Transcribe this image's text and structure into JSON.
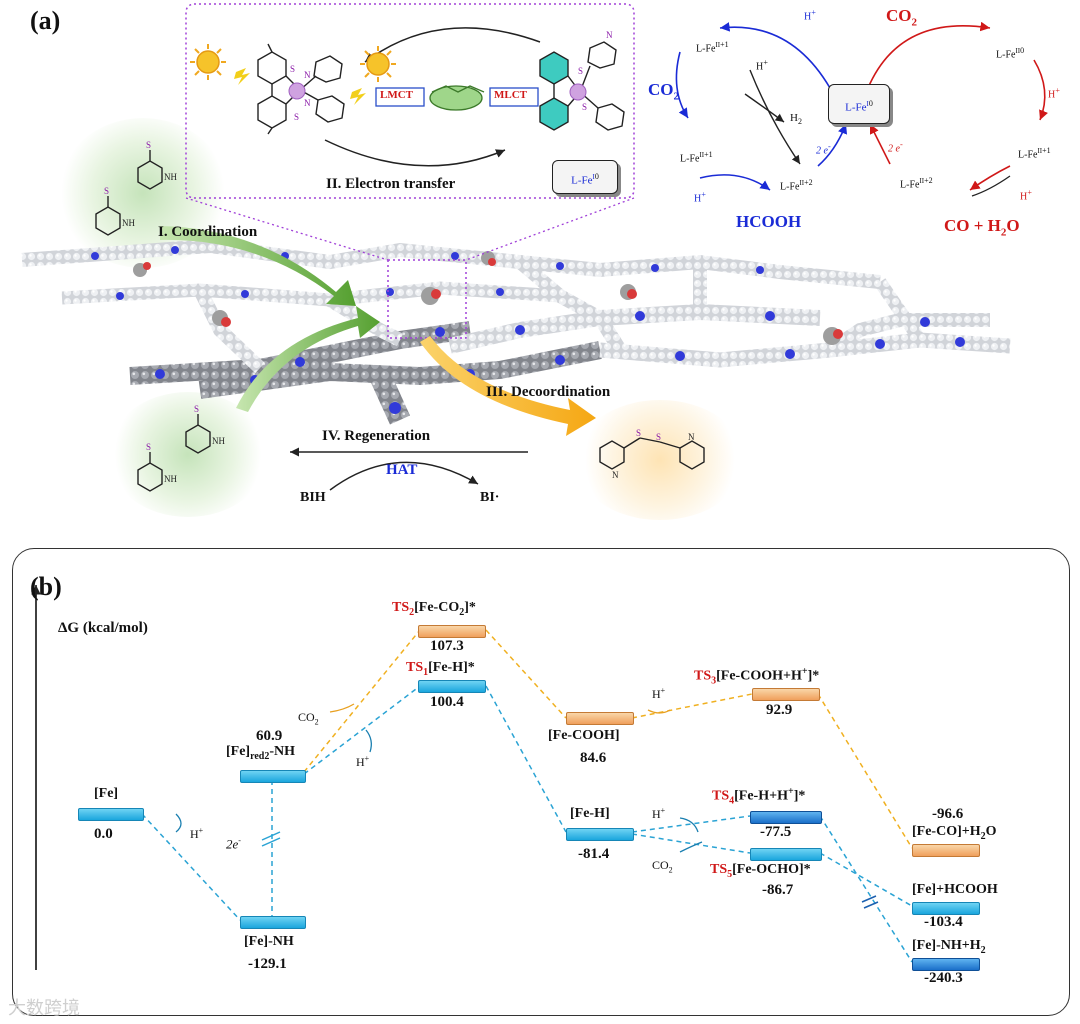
{
  "panel_a": {
    "label": "(a)",
    "steps": {
      "coordination": "I. Coordination",
      "electron_transfer": "II. Electron transfer",
      "decoordination": "III. Decoordination",
      "regeneration": "IV. Regeneration"
    },
    "lmct": "LMCT",
    "mlct": "MLCT",
    "hat": "HAT",
    "bih": "BIH",
    "bi_radical": "BI·",
    "cycle": {
      "co2_left": "CO",
      "co2_left_sub": "2",
      "co2_right": "CO",
      "co2_right_sub": "2",
      "hcooh": "HCOOH",
      "co_h2o": "CO + H",
      "co_h2o_sub": "2",
      "co_h2o_tail": "O",
      "h2": "H",
      "h2_sub": "2",
      "hplus": "H",
      "two_e": "2 e",
      "l_fe_i": "L-Fe",
      "l_fe_ii": "L-Fe",
      "charge_0": "0",
      "charge_p1": "+1",
      "charge_p2": "+2"
    }
  },
  "panel_b": {
    "label": "(b)",
    "yaxis_label": "ΔG (kcal/mol)",
    "levels": [
      {
        "id": "fe",
        "name": "[Fe]",
        "value": "0.0",
        "color": "blue"
      },
      {
        "id": "fe_nh",
        "name": "[Fe]-NH",
        "value": "-129.1",
        "color": "blue"
      },
      {
        "id": "fe_red2_nh",
        "name": "[Fe]",
        "name_sub": "red2",
        "name_tail": "-NH",
        "value": "60.9",
        "color": "blue"
      },
      {
        "id": "ts2",
        "ts": "TS",
        "ts_sub": "2",
        "name": "[Fe-CO",
        "name_sub": "2",
        "name_tail": "]*",
        "value": "107.3",
        "color": "orange"
      },
      {
        "id": "ts1",
        "ts": "TS",
        "ts_sub": "1",
        "name": "[Fe-H]*",
        "value": "100.4",
        "color": "blue"
      },
      {
        "id": "fe_cooh",
        "name": "[Fe-COOH]",
        "value": "84.6",
        "color": "orange"
      },
      {
        "id": "ts3",
        "ts": "TS",
        "ts_sub": "3",
        "name": "[Fe-COOH+H",
        "name_sup": "+",
        "name_tail": "]*",
        "value": "92.9",
        "color": "orange"
      },
      {
        "id": "fe_h",
        "name": "[Fe-H]",
        "value": "-81.4",
        "color": "blue"
      },
      {
        "id": "ts4",
        "ts": "TS",
        "ts_sub": "4",
        "name": "[Fe-H+H",
        "name_sup": "+",
        "name_tail": "]*",
        "value": "-77.5",
        "color": "blue-dark"
      },
      {
        "id": "ts5",
        "ts": "TS",
        "ts_sub": "5",
        "name": "[Fe-OCHO]*",
        "value": "-86.7",
        "color": "blue"
      },
      {
        "id": "fe_co",
        "name": "[Fe-CO]+H",
        "name_sub": "2",
        "name_tail": "O",
        "value": "-96.6",
        "color": "orange"
      },
      {
        "id": "fe_hcooh",
        "name": "[Fe]+HCOOH",
        "value": "-103.4",
        "color": "blue"
      },
      {
        "id": "fe_nh_h2",
        "name": "[Fe]-NH+H",
        "name_sub": "2",
        "value": "-240.3",
        "color": "blue-dark"
      }
    ],
    "reagents": {
      "hplus": "H",
      "hplus_sup": "+",
      "co2": "CO",
      "co2_sub": "2",
      "two_e": "2e",
      "two_e_sup": "-"
    }
  },
  "watermark": "大数跨境",
  "colors": {
    "blue_text": "#1a2bd6",
    "red_text": "#d01818",
    "level_blue": "#1aa6dd",
    "level_orange": "#f0a05c",
    "arrow_green": "#6aaa3a",
    "arrow_orange": "#f5b21b",
    "dotted_purple": "#a040d8"
  }
}
